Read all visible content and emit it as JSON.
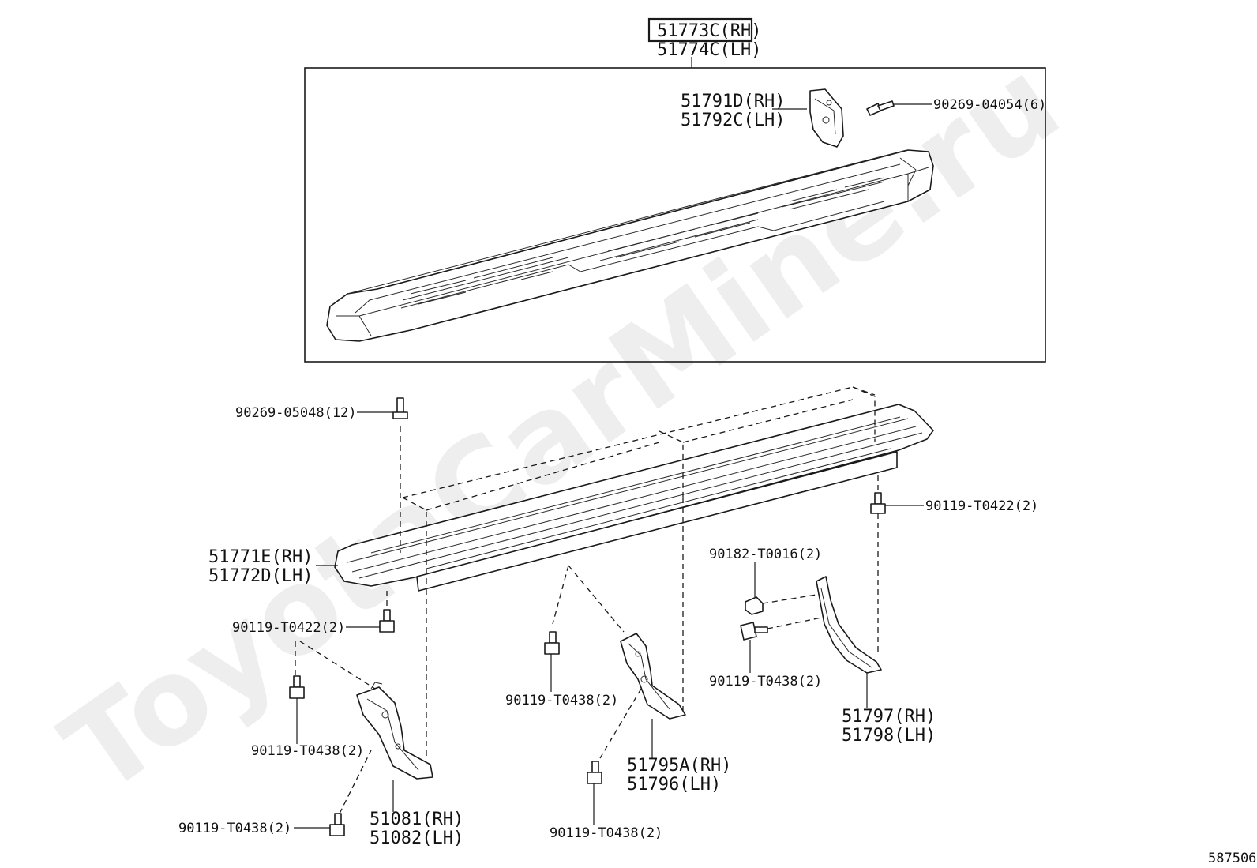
{
  "watermark": "ToyotaCarMine.ru",
  "figure_id": "587506",
  "colors": {
    "line": "#1a1a1a",
    "watermark": "#eeeeee",
    "highlight_box": "#1a1a1a"
  },
  "labels": {
    "step_assy_rh": "51773C(RH)",
    "step_assy_lh": "51774C(LH)",
    "bracket_top_rh": "51791D(RH)",
    "bracket_top_lh": "51792C(LH)",
    "screw_top": "90269-04054(6)",
    "screw_rail": "90269-05048(12)",
    "bolt_right_top": "90119-T0422(2)",
    "rail_rh": "51771E(RH)",
    "rail_lh": "51772D(LH)",
    "nut_right": "90182-T0016(2)",
    "bolt_left_mid": "90119-T0422(2)",
    "bolt_right_mid": "90119-T0438(2)",
    "bolt_center_top": "90119-T0438(2)",
    "bracket_right_rh": "51797(RH)",
    "bracket_right_lh": "51798(LH)",
    "bolt_left_low": "90119-T0438(2)",
    "bracket_center_rh": "51795A(RH)",
    "bracket_center_lh": "51796(LH)",
    "bolt_left_bottom": "90119-T0438(2)",
    "bracket_left_rh": "51081(RH)",
    "bracket_left_lh": "51082(LH)",
    "bolt_center_bottom": "90119-T0438(2)"
  }
}
